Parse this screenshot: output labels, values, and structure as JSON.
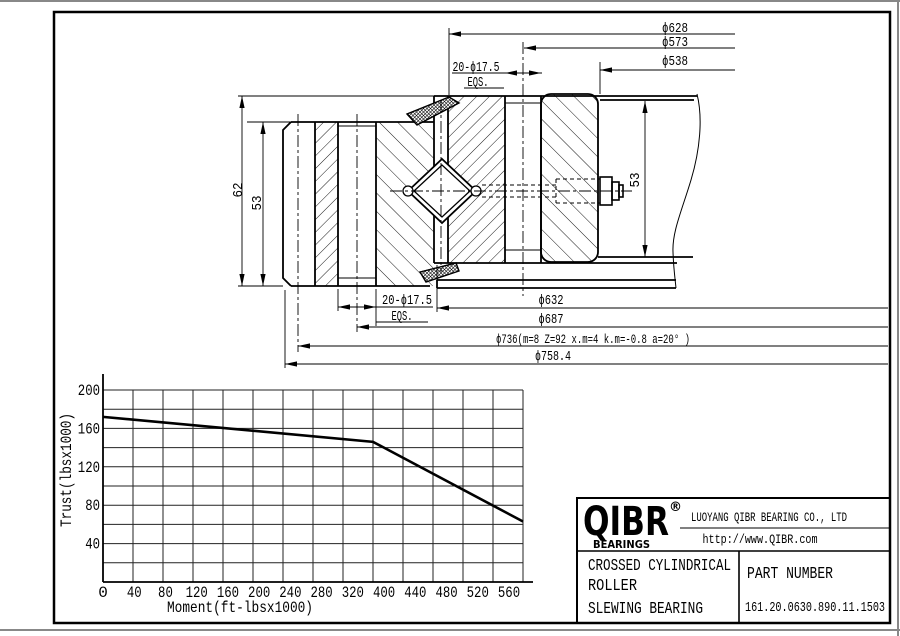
{
  "drawing": {
    "dim_d628": "ϕ628",
    "dim_d573": "ϕ573",
    "dim_d538": "ϕ538",
    "dim_holes_top_line1": "20-ϕ17.5",
    "dim_holes_top_line2": "EQS.",
    "dim_height_outer": "62",
    "dim_height_left": "53",
    "dim_height_right": "53",
    "dim_holes_bottom_line1": "20-ϕ17.5",
    "dim_holes_bottom_line2": "EQS.",
    "dim_d632": "ϕ632",
    "dim_d687": "ϕ687",
    "dim_d736": "ϕ736(m=8 Z=92 x.m=4 k.m=-0.8 a=20° )",
    "dim_d758": "ϕ758.4"
  },
  "chart_data": {
    "type": "line",
    "x": [
      0,
      360,
      560
    ],
    "y": [
      172,
      146,
      63
    ],
    "xlabel": "Moment(ft-lbsx1000)",
    "ylabel": "Trust(lbsx1000)",
    "xticks": [
      "0",
      "40",
      "80",
      "120",
      "160",
      "200",
      "240",
      "280",
      "320",
      "400",
      "440",
      "480",
      "520",
      "560"
    ],
    "yticks": [
      "40",
      "80",
      "120",
      "160",
      "200"
    ],
    "xlim": [
      0,
      560
    ],
    "ylim": [
      0,
      200
    ],
    "grid_x_step": 40,
    "grid_y_step": 20,
    "legend": "none",
    "grid": "on"
  },
  "titleblock": {
    "logo_text": "QIBR",
    "logo_registered": "®",
    "logo_sub": "BEARINGS",
    "company": "LUOYANG QIBR BEARING CO., LTD",
    "website": "http://www.QIBR.com",
    "product_line1": "CROSSED CYLINDRICAL",
    "product_line2": "ROLLER",
    "product_line3": "SLEWING BEARING",
    "part_label": "PART NUMBER",
    "part_number": "161.20.0630.890.11.1503"
  }
}
